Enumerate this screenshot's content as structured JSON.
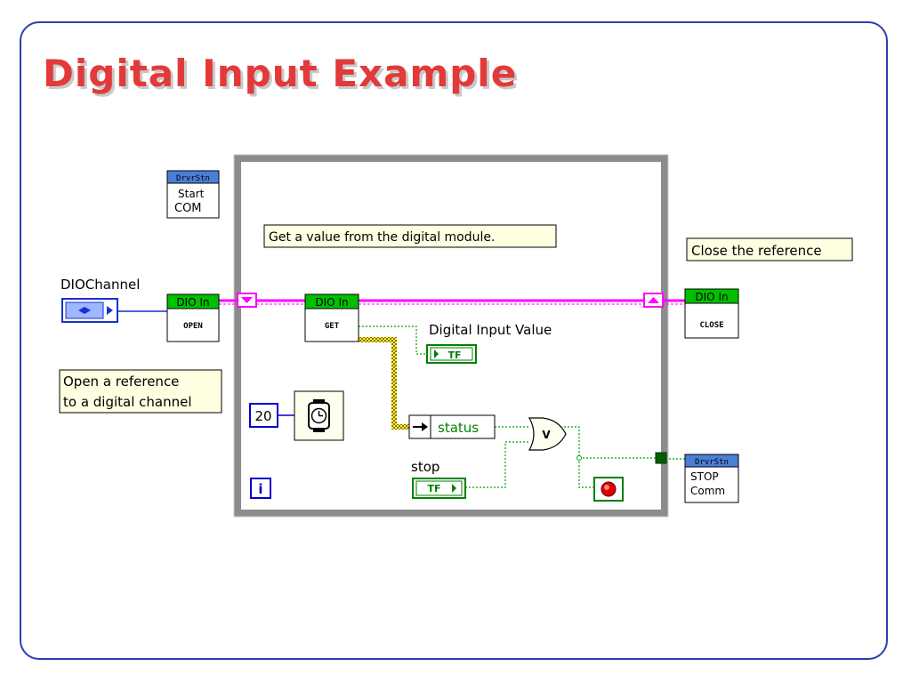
{
  "slide": {
    "title": "Digital Input Example"
  },
  "diagram": {
    "comments": {
      "get_value": "Get a value from the digital module.",
      "close_ref": "Close the reference",
      "open_ref_line1": "Open a reference",
      "open_ref_line2": "to a digital channel"
    },
    "labels": {
      "dio_channel": "DIOChannel",
      "digital_input_value": "Digital Input Value",
      "stop": "stop",
      "status": "status"
    },
    "nodes": {
      "drvr_header": "DrvrStn",
      "start_line1": "Start",
      "start_line2": "COM",
      "stop_line1": "STOP",
      "stop_line2": "Comm",
      "dio_header": "DIO In",
      "open": "OPEN",
      "get": "GET",
      "close": "CLOSE"
    },
    "constants": {
      "wait_ms": "20",
      "iteration": "i",
      "tf": "TF",
      "or_symbol": "V"
    },
    "colors": {
      "refnum_wire": "#ff00ff",
      "bool_wire": "#008000",
      "error_wire": "#a08000",
      "numeric": "#0000cc",
      "express_header": "#00c000",
      "drvr_header": "#4a7fd8"
    }
  }
}
